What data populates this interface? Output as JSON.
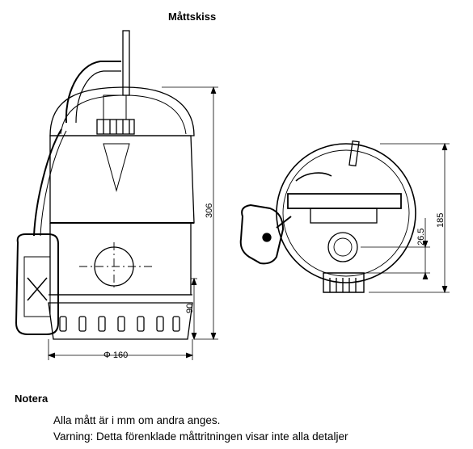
{
  "title": "Måttskiss",
  "dimensions": {
    "overall_height": "306",
    "lower_height": "90",
    "diameter": "Φ 160",
    "top_view_height": "185",
    "outlet_offset": "26.5"
  },
  "notes": {
    "heading": "Notera",
    "line1": "Alla mått är i mm om andra anges.",
    "line2": "Varning: Detta förenklade måttritningen visar inte alla detaljer"
  }
}
